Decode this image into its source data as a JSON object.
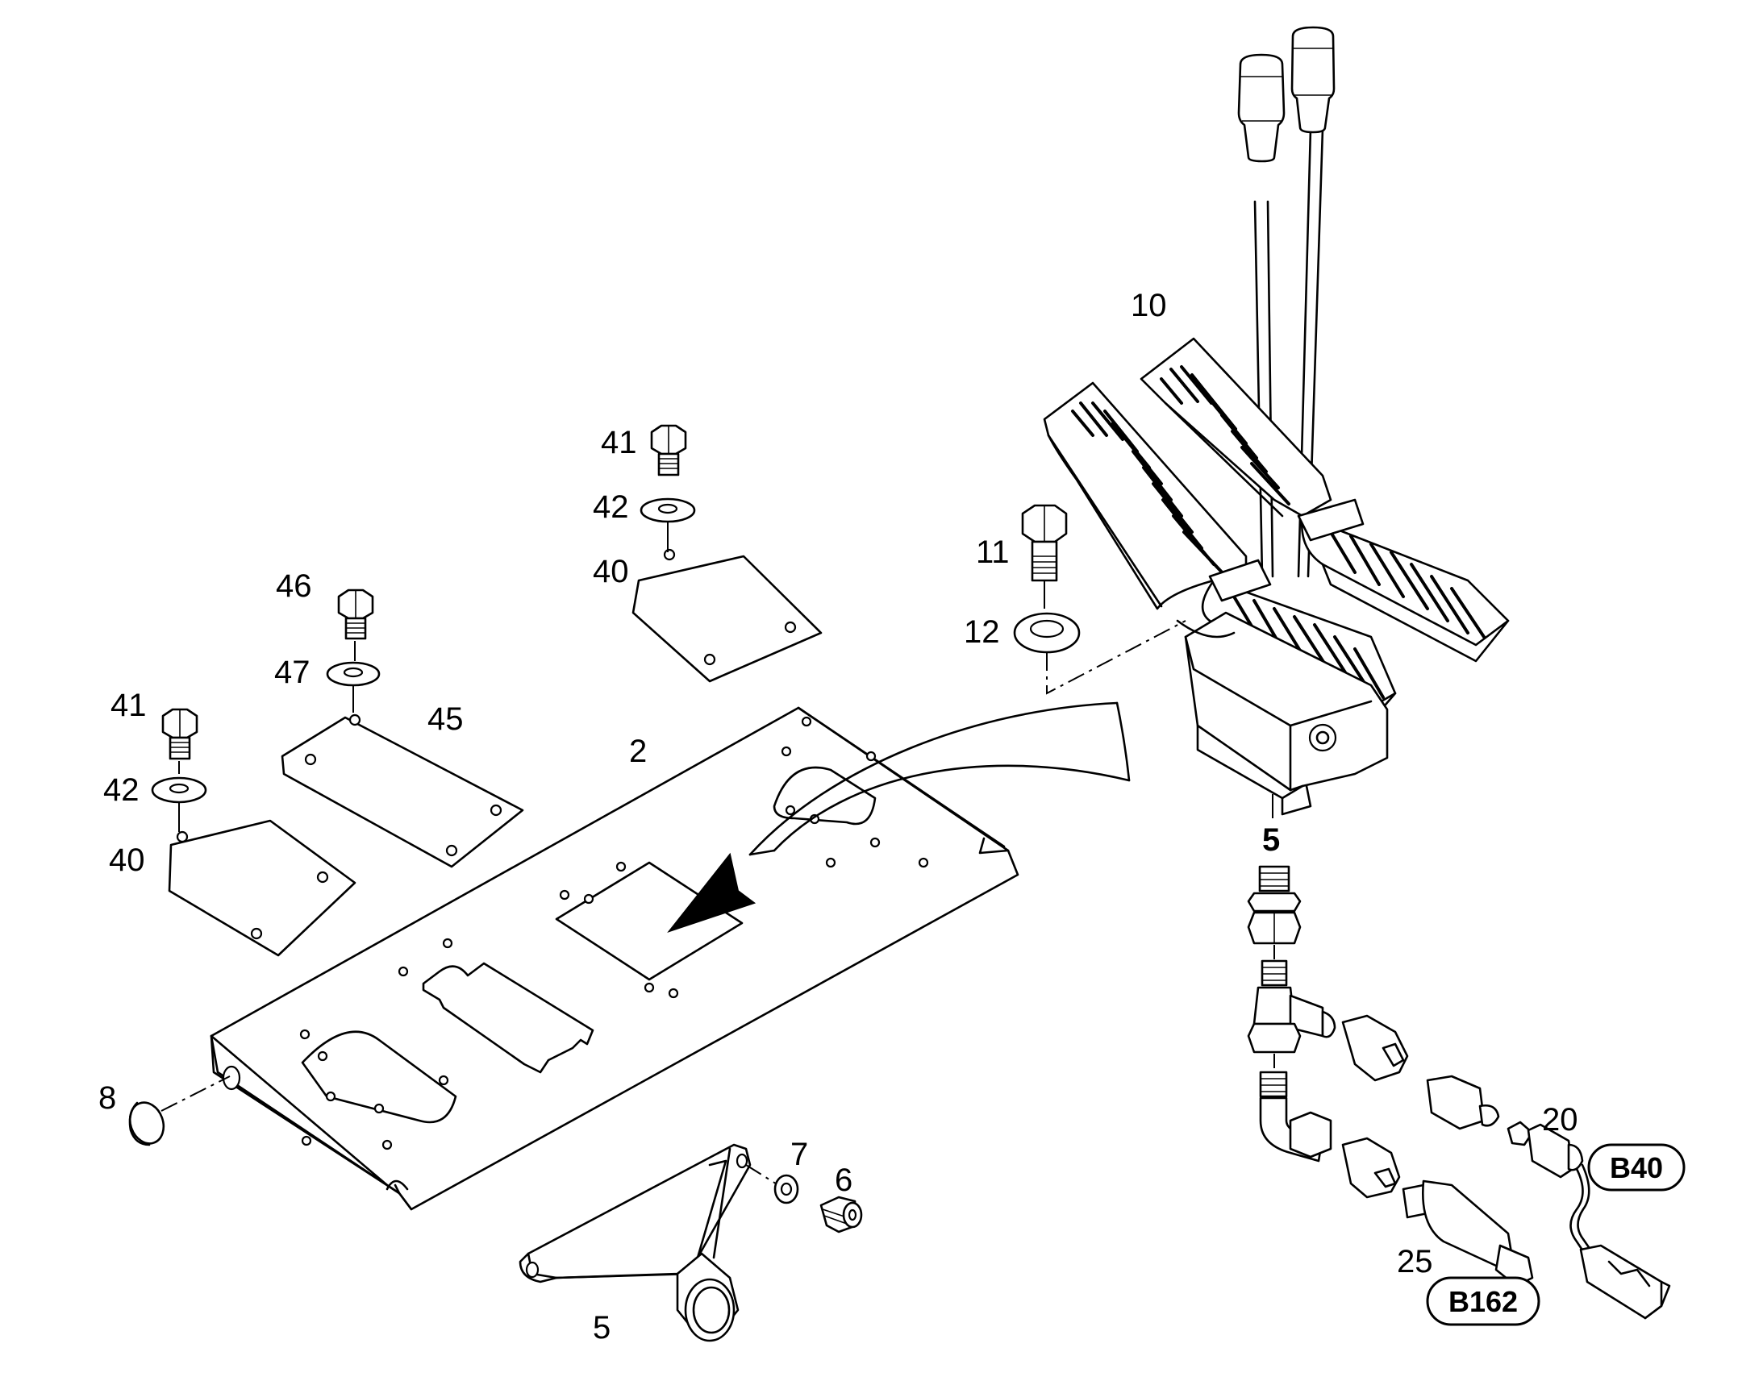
{
  "callouts": {
    "c10": "10",
    "c41_top": "41",
    "c42_top": "42",
    "c40_top": "40",
    "c11": "11",
    "c12": "12",
    "c46": "46",
    "c47": "47",
    "c45": "45",
    "c2": "2",
    "c41_left": "41",
    "c42_left": "42",
    "c40_left": "40",
    "c5_fitting": "5",
    "c8": "8",
    "c7": "7",
    "c6": "6",
    "c20": "20",
    "c25": "25",
    "c5_bracket": "5"
  },
  "references": {
    "ref_b40": "B40",
    "ref_b162": "B162"
  }
}
